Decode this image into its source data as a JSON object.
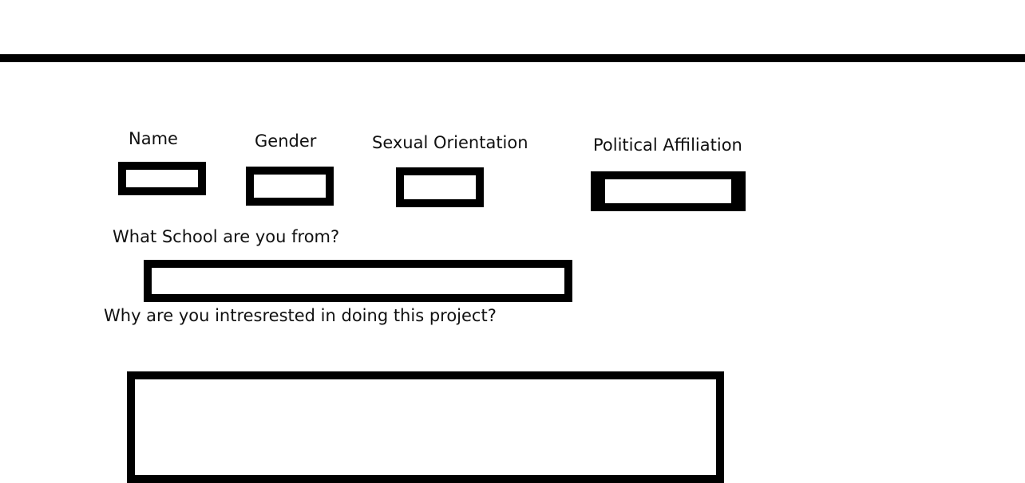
{
  "form": {
    "name": {
      "label": "Name",
      "value": ""
    },
    "gender": {
      "label": "Gender",
      "value": ""
    },
    "sexual_orientation": {
      "label": "Sexual Orientation",
      "value": ""
    },
    "political_affiliation": {
      "label": "Political Affiliation",
      "value": ""
    },
    "school": {
      "label": "What School are you from?",
      "value": ""
    },
    "interest": {
      "label": "Why are you intresrested in doing this project?",
      "value": ""
    }
  },
  "colors": {
    "border": "#000000",
    "background": "#ffffff",
    "text": "#111111"
  }
}
